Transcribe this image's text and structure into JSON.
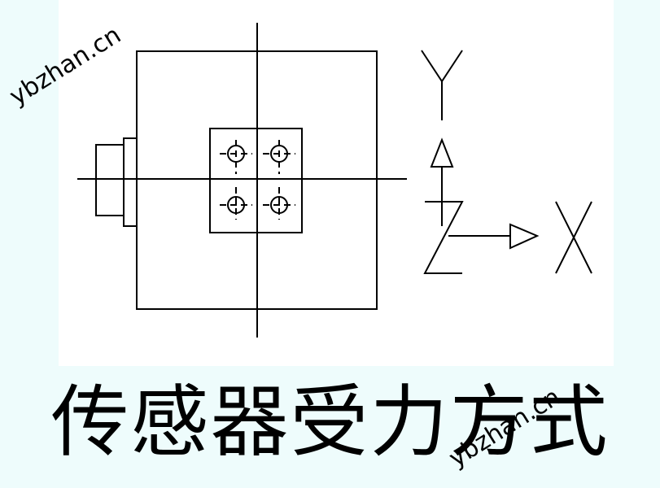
{
  "caption": "传感器受力方式",
  "axes": {
    "y_label": "Y",
    "x_label": "X",
    "z_label": "Z"
  },
  "watermark": "ybzhan.cn",
  "colors": {
    "background": "#eefcfc",
    "drawing_area": "#ffffff",
    "line": "#000000"
  }
}
